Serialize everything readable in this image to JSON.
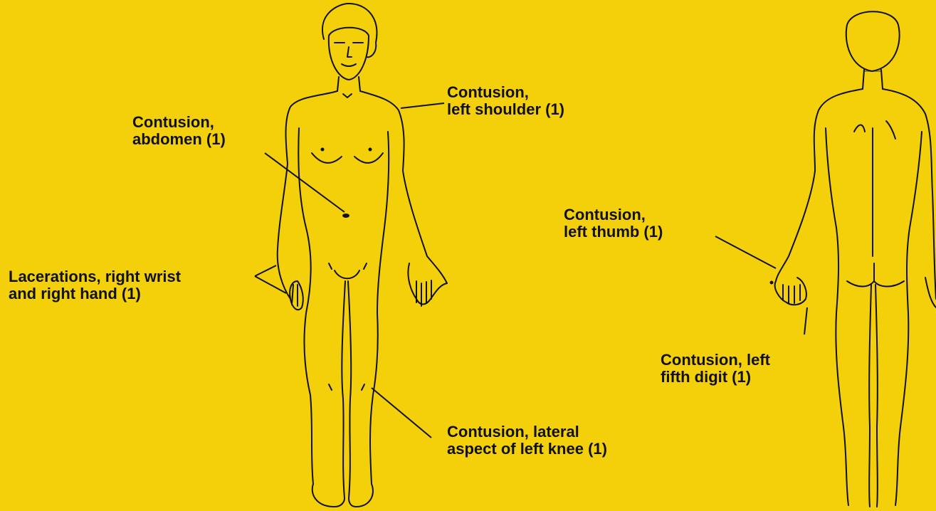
{
  "colors": {
    "background": "#f4d00a",
    "ink": "#111111"
  },
  "figures": {
    "front": {
      "icon": "female-body-front-outline-icon"
    },
    "back": {
      "icon": "female-body-back-outline-icon"
    }
  },
  "annotations": {
    "abdomen": {
      "line1": "Contusion,",
      "line2": "abdomen (1)"
    },
    "left_shoulder": {
      "line1": "Contusion,",
      "line2": "left shoulder (1)"
    },
    "right_wrist_hand": {
      "line1": "Lacerations, right wrist",
      "line2": "and right hand (1)"
    },
    "left_knee": {
      "line1": "Contusion, lateral",
      "line2": "aspect of left knee (1)"
    },
    "left_thumb": {
      "line1": "Contusion,",
      "line2": "left thumb (1)"
    },
    "left_fifth_digit": {
      "line1": "Contusion, left",
      "line2": "fifth digit (1)"
    }
  }
}
